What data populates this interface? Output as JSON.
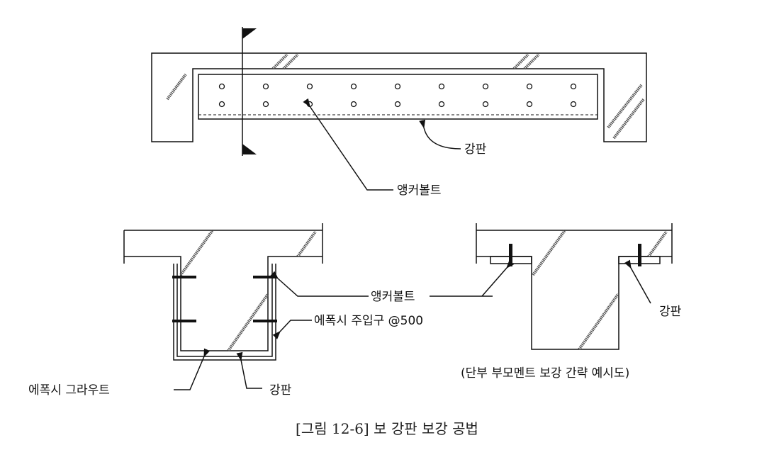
{
  "labels": {
    "top_steel_plate": "강판",
    "top_anchor_bolt": "앵커볼트",
    "anchor_bolt": "앵커볼트",
    "epoxy_inlet": "에폭시 주입구 @500",
    "epoxy_grout": "에폭시 그라우트",
    "left_steel_plate": "강판",
    "right_steel_plate": "강판",
    "right_note": "(단부 부모멘트 보강 간략 예시도)"
  },
  "caption": "[그림 12-6] 보 강판 보강 공법"
}
